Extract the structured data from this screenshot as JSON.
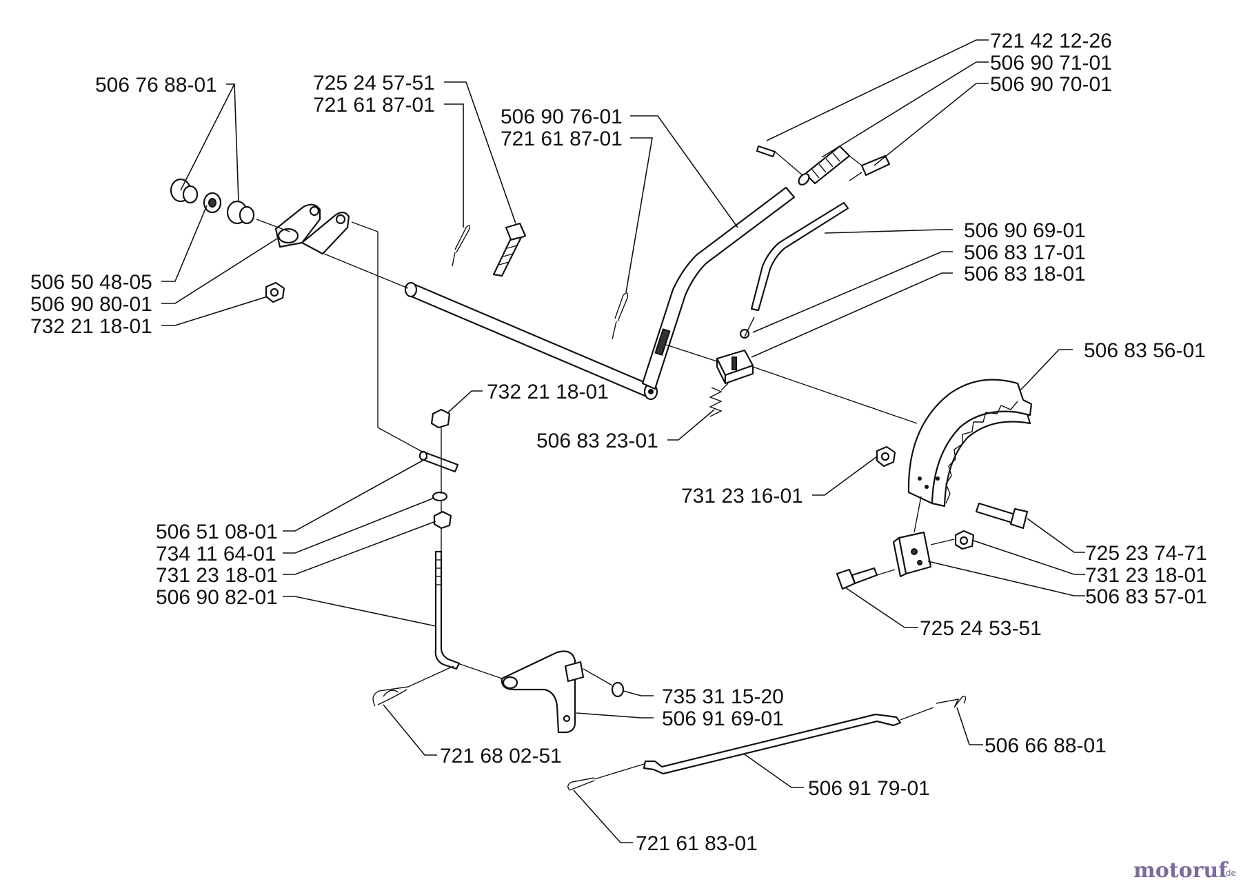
{
  "labels": [
    "721 42 12-26",
    "506 90 71-01",
    "506 90 70-01",
    "506 76 88-01",
    "725 24 57-51",
    "721 61 87-01",
    "506 90 76-01",
    "721 61 87-01",
    "506 90 69-01",
    "506 83 17-01",
    "506 83 18-01",
    "506 50 48-05",
    "506 90 80-01",
    "732 21 18-01",
    "506 83 56-01",
    "732 21 18-01",
    "506 83 23-01",
    "731 23 16-01",
    "506 51 08-01",
    "734 11 64-01",
    "731 23 18-01",
    "506 90 82-01",
    "725 23 74-71",
    "731 23 18-01",
    "506 83 57-01",
    "725 24 53-51",
    "735 31 15-20",
    "506 91 69-01",
    "506 66 88-01",
    "721 68 02-51",
    "506 91 79-01",
    "721 61 83-01"
  ],
  "watermark": {
    "brand": "motoruf",
    "tld": ".de"
  }
}
